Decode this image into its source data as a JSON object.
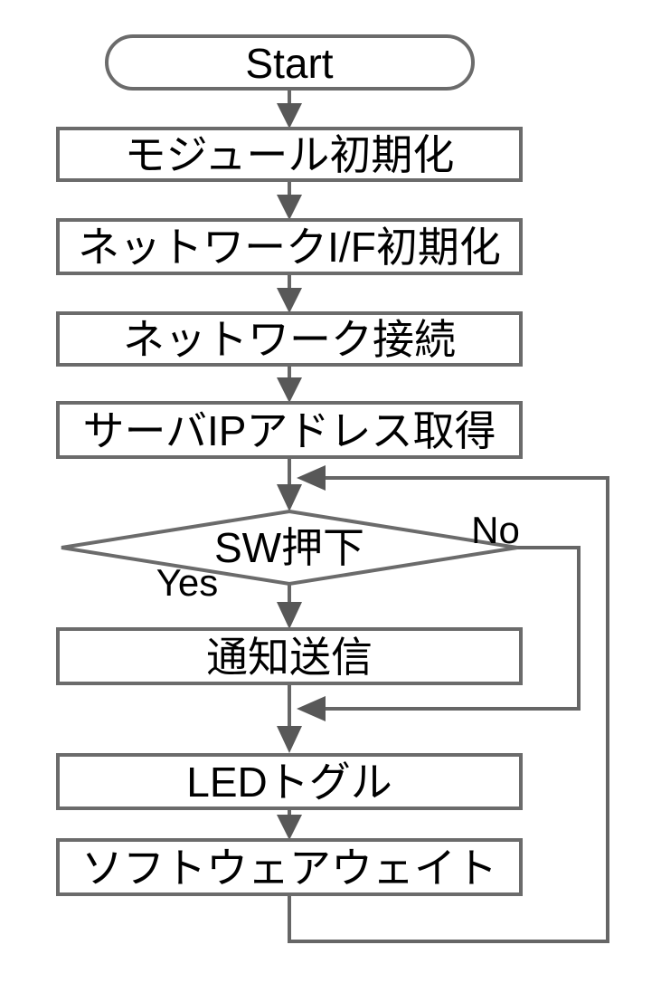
{
  "diagram": {
    "type": "flowchart",
    "background": "#ffffff",
    "colors": {
      "shape_stroke": "#6b6b6b",
      "connector": "#666666",
      "arrowhead": "#585858",
      "text": "#000000"
    },
    "nodes": [
      {
        "id": "start",
        "shape": "terminator",
        "label": "Start"
      },
      {
        "id": "module-init",
        "shape": "process",
        "label": "モジュール初期化"
      },
      {
        "id": "netif-init",
        "shape": "process",
        "label": "ネットワークI/F初期化"
      },
      {
        "id": "network-connect",
        "shape": "process",
        "label": "ネットワーク接続"
      },
      {
        "id": "get-server-ip",
        "shape": "process",
        "label": "サーバIPアドレス取得"
      },
      {
        "id": "sw-press-check",
        "shape": "decision",
        "label": "SW押下"
      },
      {
        "id": "send-notification",
        "shape": "process",
        "label": "通知送信"
      },
      {
        "id": "led-toggle",
        "shape": "process",
        "label": "LEDトグル"
      },
      {
        "id": "software-wait",
        "shape": "process",
        "label": "ソフトウェアウェイト"
      }
    ],
    "branch_labels": {
      "yes": "Yes",
      "no": "No"
    }
  }
}
